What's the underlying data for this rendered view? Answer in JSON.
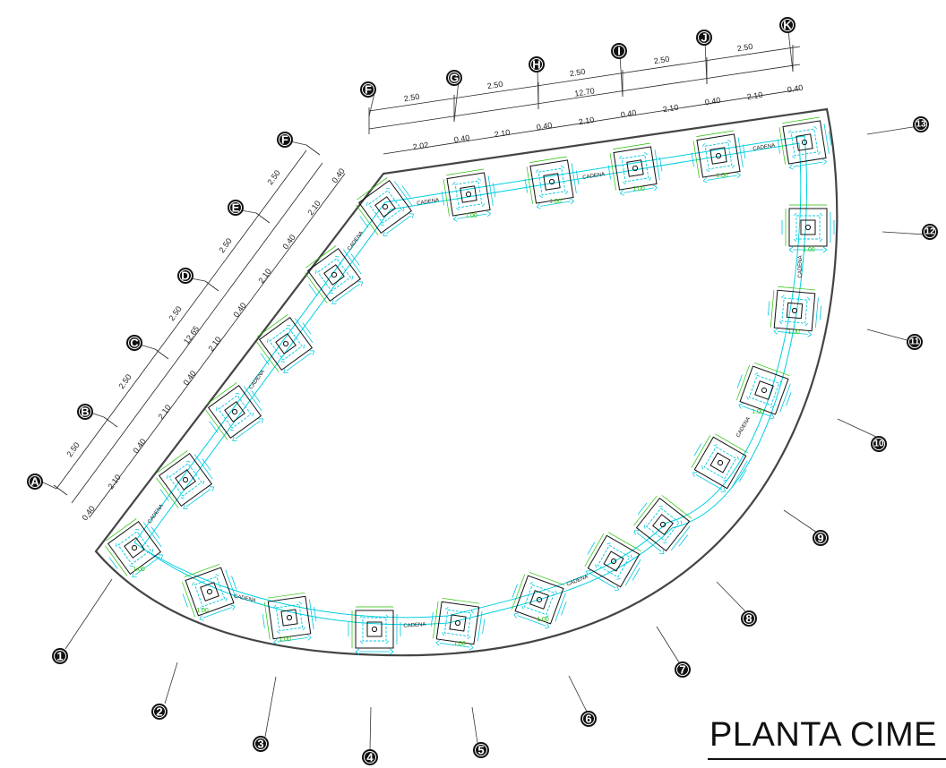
{
  "title": "PLANTA CIME",
  "axes_numbered": [
    "1",
    "2",
    "3",
    "4",
    "5",
    "6",
    "7",
    "8",
    "9",
    "10",
    "11",
    "12",
    "13"
  ],
  "axes_lettered": [
    "A",
    "B",
    "C",
    "D",
    "E",
    "F",
    "G",
    "H",
    "I",
    "J",
    "K"
  ],
  "dimensions": {
    "spacing": "2.50",
    "column": "0.40",
    "clear": "2.10",
    "first_clear": "2.02",
    "total_top": "12.70",
    "total_left": "12.65"
  },
  "footing_size": "1.00",
  "chain_beam_label": "CADENA",
  "colors": {
    "outline": "#333333",
    "footing": "#111111",
    "beam": "#00d0e0",
    "dimension_green": "#22c000",
    "bubble": "#111111"
  }
}
